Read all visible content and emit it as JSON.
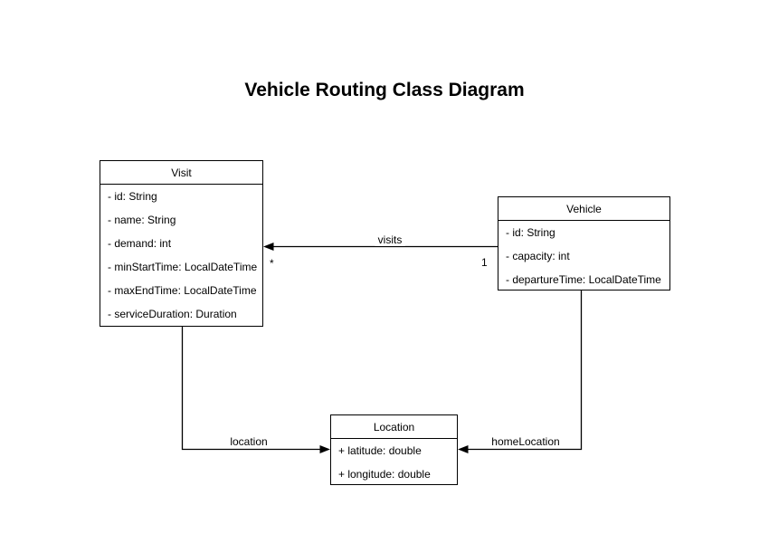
{
  "title": "Vehicle Routing Class Diagram",
  "classes": [
    {
      "name": "Visit",
      "attributes": [
        "- id: String",
        "- name: String",
        "- demand: int",
        "- minStartTime: LocalDateTime",
        "- maxEndTime: LocalDateTime",
        "- serviceDuration: Duration"
      ]
    },
    {
      "name": "Vehicle",
      "attributes": [
        "- id: String",
        "- capacity: int",
        "- departureTime: LocalDateTime"
      ]
    },
    {
      "name": "Location",
      "attributes": [
        "+ latitude: double",
        "+ longitude: double"
      ]
    }
  ],
  "relationships": [
    {
      "label": "visits",
      "from": "Vehicle",
      "to": "Visit",
      "source_multiplicity": "1",
      "target_multiplicity": "*"
    },
    {
      "label": "location",
      "from": "Visit",
      "to": "Location"
    },
    {
      "label": "homeLocation",
      "from": "Vehicle",
      "to": "Location"
    }
  ],
  "colors": {
    "stroke": "#000000",
    "background": "#ffffff",
    "text": "#000000"
  }
}
